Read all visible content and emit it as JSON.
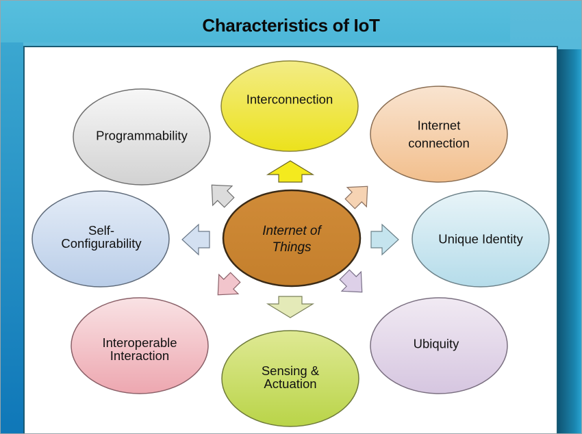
{
  "slide": {
    "title": "Characteristics of IoT"
  },
  "diagram": {
    "center": {
      "line1": "Internet of",
      "line2": "Things",
      "color": "#c9852f"
    },
    "nodes": [
      {
        "id": "interconnection",
        "line1": "Interconnection",
        "line2": "",
        "color": "#f0e64a",
        "position": "top"
      },
      {
        "id": "internet-connection",
        "line1": "Internet",
        "line2": "connection",
        "color": "#f5d0aa",
        "position": "top-right"
      },
      {
        "id": "unique-identity",
        "line1": "Unique Identity",
        "line2": "",
        "color": "#cfe8f2",
        "position": "right"
      },
      {
        "id": "ubiquity",
        "line1": "Ubiquity",
        "line2": "",
        "color": "#e3d6ea",
        "position": "bottom-right"
      },
      {
        "id": "sensing-actuation",
        "line1": "Sensing &",
        "line2": "Actuation",
        "color": "#cde06a",
        "position": "bottom"
      },
      {
        "id": "interoperable-interaction",
        "line1": "Interoperable",
        "line2": "Interaction",
        "color": "#f2c2c8",
        "position": "bottom-left"
      },
      {
        "id": "self-configurability",
        "line1": "Self-",
        "line2": "Configurability",
        "color": "#cfdcef",
        "position": "left"
      },
      {
        "id": "programmability",
        "line1": "Programmability",
        "line2": "",
        "color": "#e6e6e6",
        "position": "top-left"
      }
    ]
  }
}
